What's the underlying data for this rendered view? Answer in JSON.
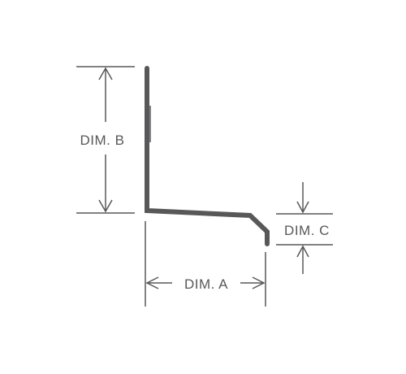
{
  "diagram": {
    "labels": {
      "dim_a": "DIM. A",
      "dim_b": "DIM. B",
      "dim_c": "DIM. C"
    },
    "colors": {
      "profile": "#58585a",
      "dimension": "#58585a",
      "text": "#58585a",
      "background": "#ffffff"
    }
  }
}
